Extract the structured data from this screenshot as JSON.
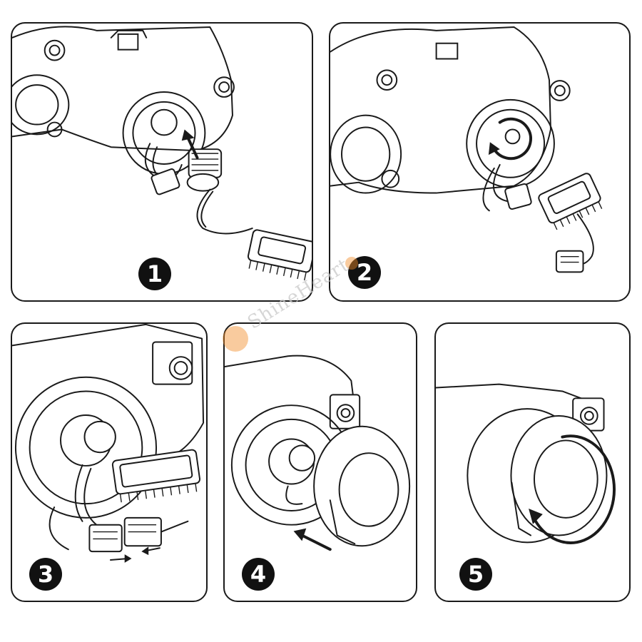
{
  "watermark": {
    "text": "ShineHeart",
    "accent_color": "#f28c28"
  },
  "panels": [
    {
      "step": "1",
      "action": "insert-bulb"
    },
    {
      "step": "2",
      "action": "rotate-lock"
    },
    {
      "step": "3",
      "action": "connect-plug"
    },
    {
      "step": "4",
      "action": "attach-dust-cover"
    },
    {
      "step": "5",
      "action": "twist-cover-closed"
    }
  ],
  "colors": {
    "line": "#1a1a1a",
    "badge": "#111111",
    "background": "#ffffff"
  }
}
